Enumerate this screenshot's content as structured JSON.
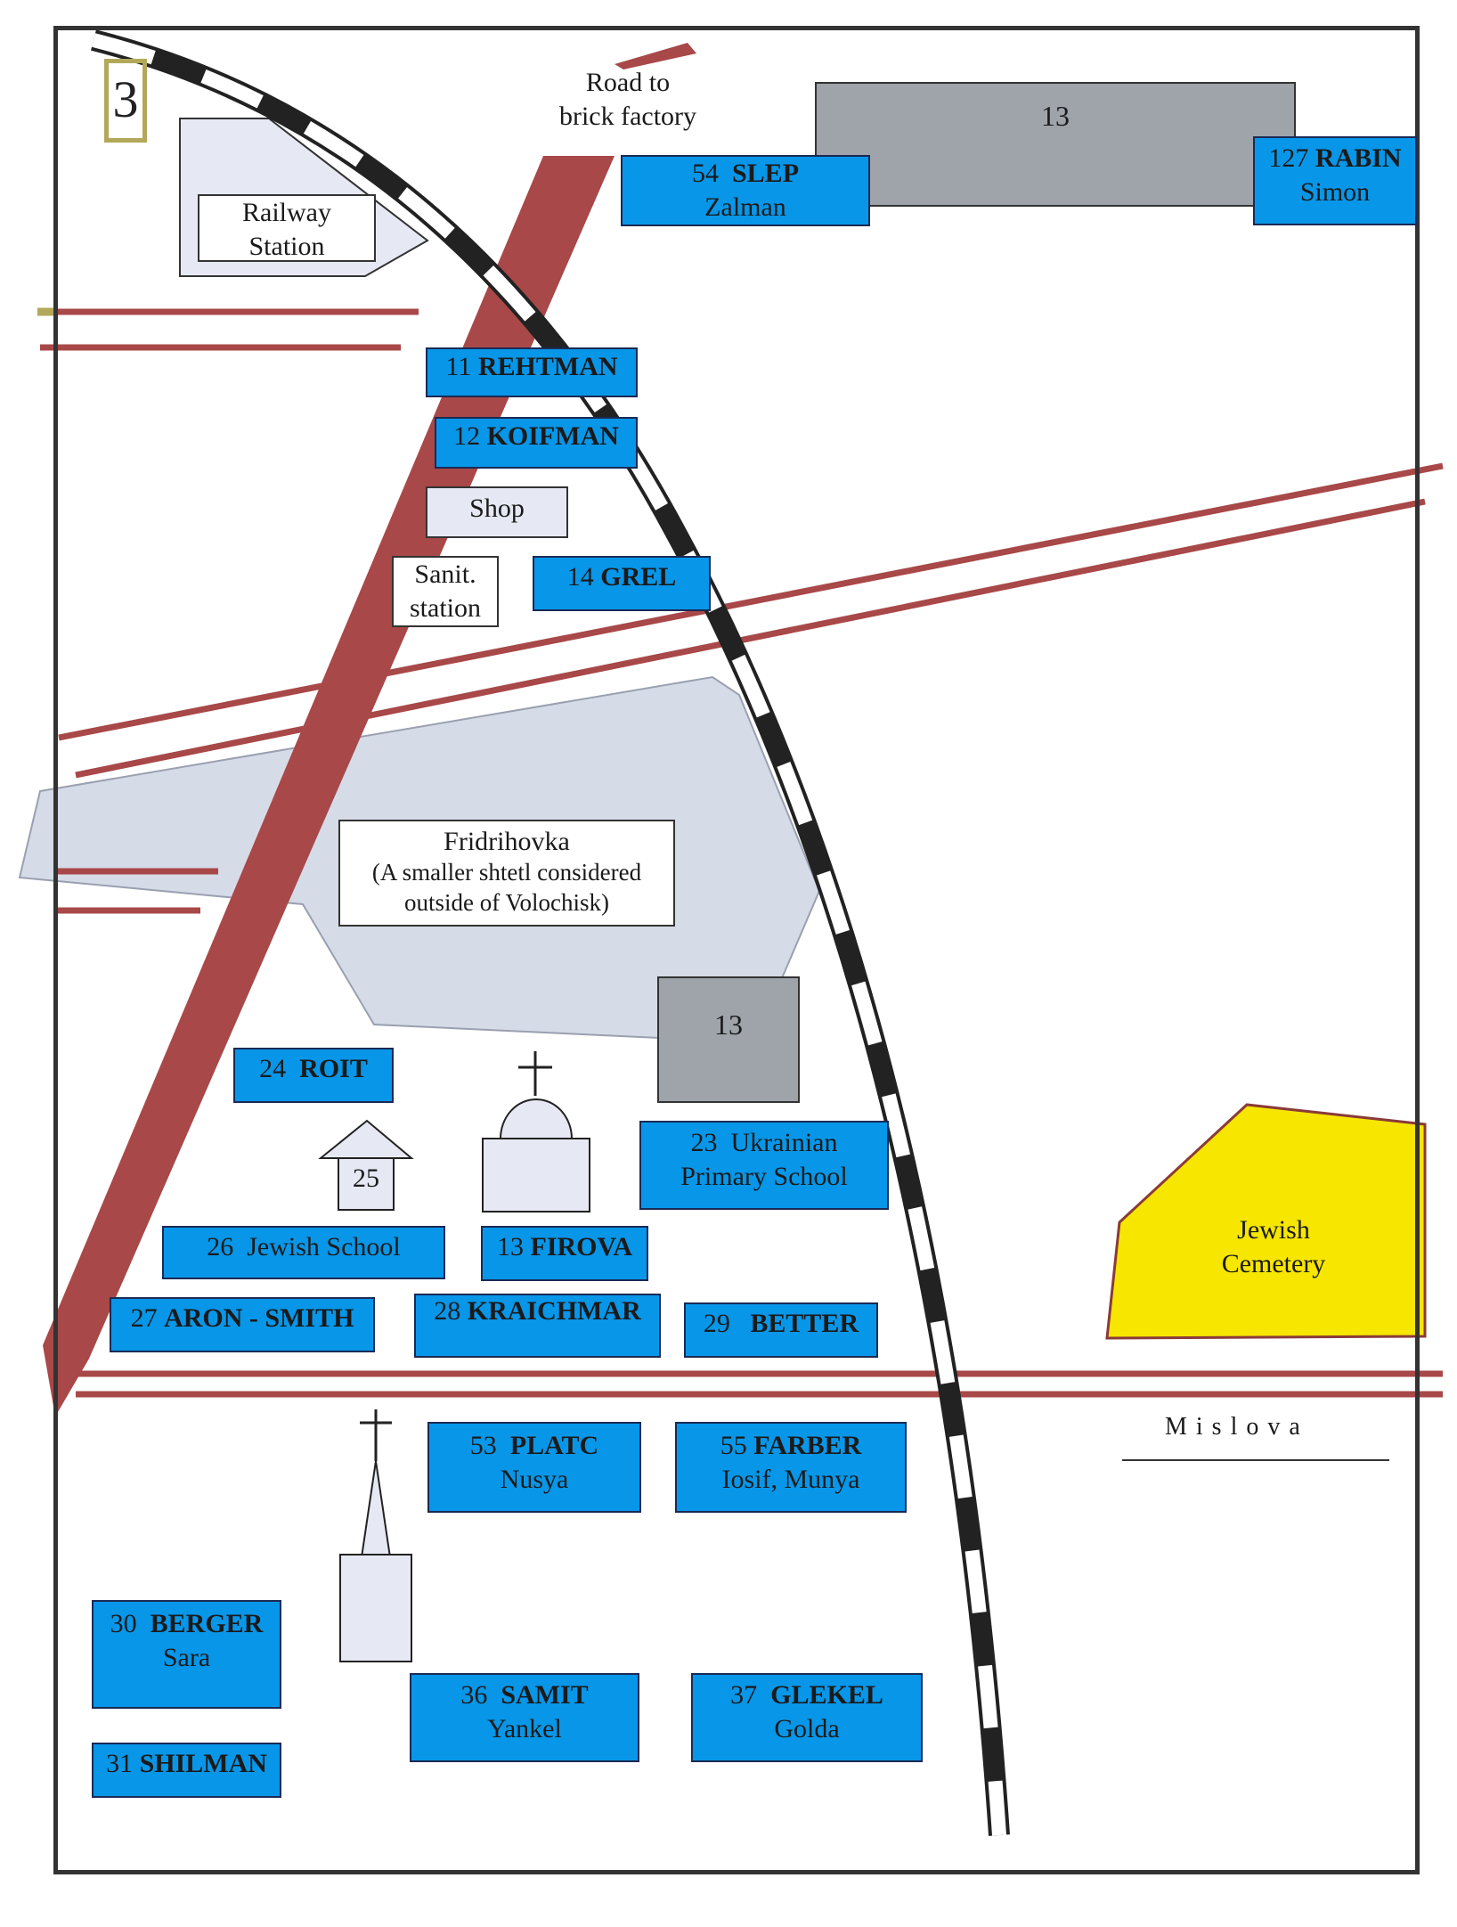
{
  "page_number": "3",
  "labels": {
    "road": [
      "Road to",
      "brick factory"
    ],
    "railway_station": [
      "Railway",
      "Station"
    ],
    "shop": "Shop",
    "sanit": [
      "Sanit.",
      "station"
    ],
    "fridrihovka": [
      "Fridrihovka",
      "(A smaller shtetl considered",
      "outside of Volochisk)"
    ],
    "top_block": "13",
    "mid_block": "13",
    "house_25": "25",
    "cemetery": [
      "Jewish",
      "Cemetery"
    ],
    "mislova": "Mislova"
  },
  "houses": {
    "slep": {
      "num": "54",
      "name": "SLEP",
      "first": "Zalman"
    },
    "rabin": {
      "num": "127",
      "name": "RABIN",
      "first": "Simon"
    },
    "rehtman": {
      "num": "11",
      "name": "REHTMAN"
    },
    "koifman": {
      "num": "12",
      "name": "KOIFMAN"
    },
    "grel": {
      "num": "14",
      "name": "GREL"
    },
    "roit": {
      "num": "24",
      "name": "ROIT"
    },
    "ukr_school": {
      "num": "23",
      "line1": "Ukrainian",
      "line2": "Primary School"
    },
    "jewish_school": {
      "num": "26",
      "text": "Jewish School"
    },
    "firova": {
      "num": "13",
      "name": "FIROVA"
    },
    "aron": {
      "num": "27",
      "name": "ARON - SMITH"
    },
    "kraichmar": {
      "num": "28",
      "name": "KRAICHMAR"
    },
    "better": {
      "num": "29",
      "name": "BETTER"
    },
    "platc": {
      "num": "53",
      "name": "PLATC",
      "first": "Nusya"
    },
    "farber": {
      "num": "55",
      "name": "FARBER",
      "first": "Iosif, Munya"
    },
    "berger": {
      "num": "30",
      "name": "BERGER",
      "first": "Sara"
    },
    "shilman": {
      "num": "31",
      "name": "SHILMAN"
    },
    "samit": {
      "num": "36",
      "name": "SAMIT",
      "first": "Yankel"
    },
    "glekel": {
      "num": "37",
      "name": "GLEKEL",
      "first": "Golda"
    }
  },
  "colors": {
    "house": "#0896e8",
    "road": "#a84848",
    "area": "#d6dbe8",
    "cemetery": "#f7e600",
    "block": "#9fa3aa",
    "rail": "#222222"
  },
  "icons": [
    "cross-icon",
    "church-icon",
    "house-icon"
  ]
}
